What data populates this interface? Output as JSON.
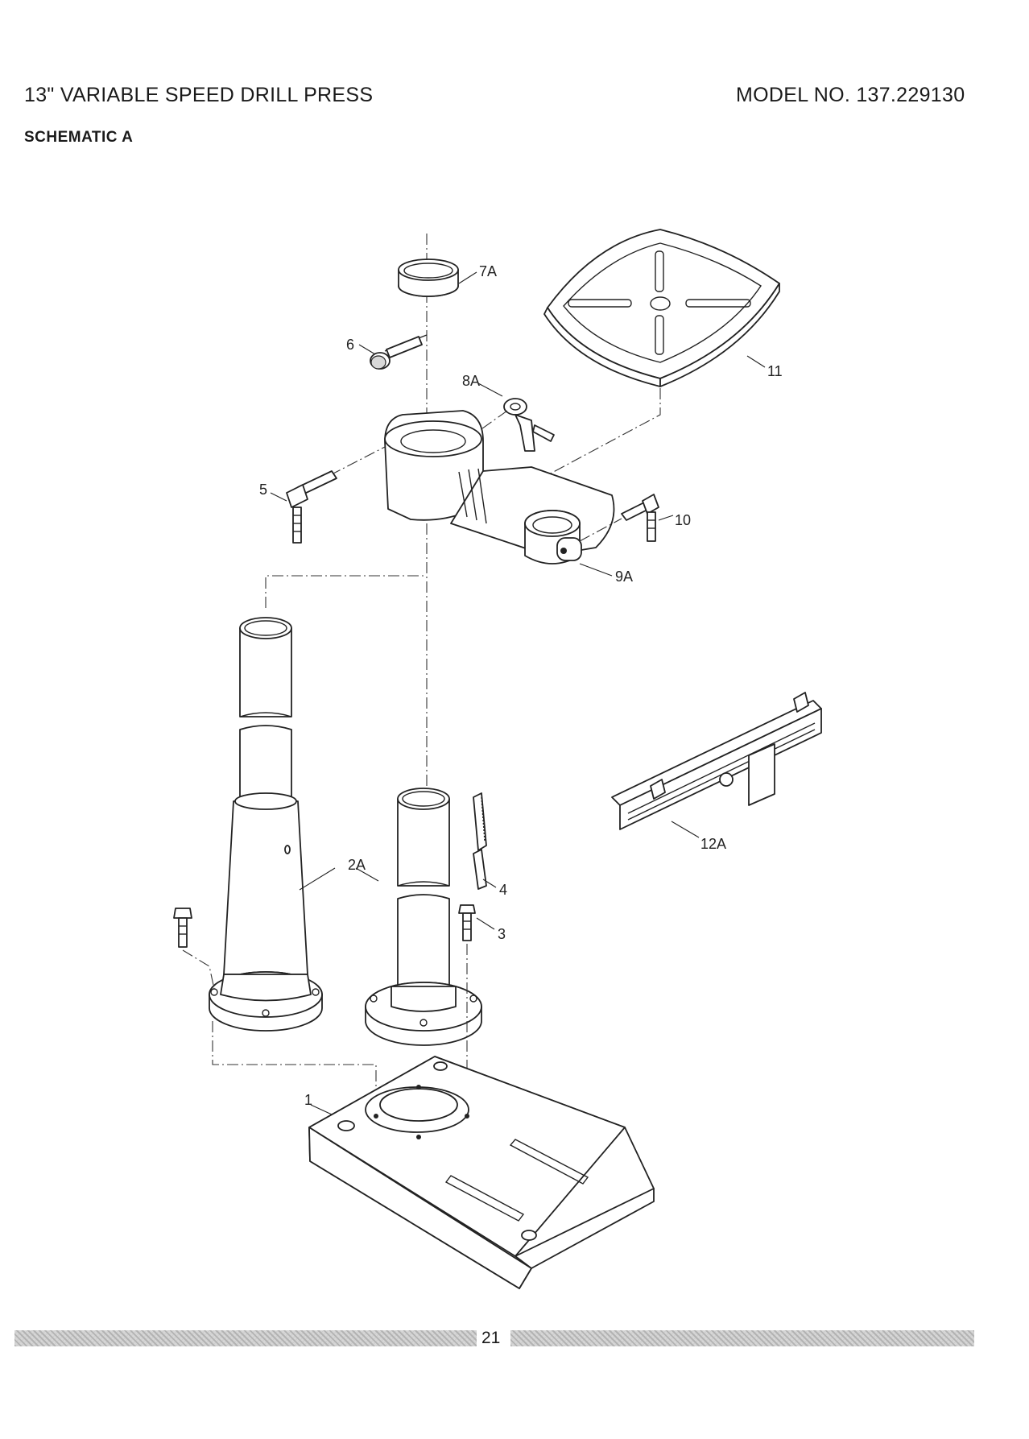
{
  "header": {
    "title": "13\" VARIABLE SPEED DRILL PRESS",
    "model": "MODEL NO. 137.229130",
    "subtitle": "SCHEMATIC A"
  },
  "parts": {
    "p7A": "7A",
    "p11": "11",
    "p6": "6",
    "p8A": "8A",
    "p5": "5",
    "p10": "10",
    "p9A": "9A",
    "p12A": "12A",
    "p2A": "2A",
    "p4": "4",
    "p3": "3",
    "p1": "1"
  },
  "footer": {
    "page_number": "21"
  }
}
